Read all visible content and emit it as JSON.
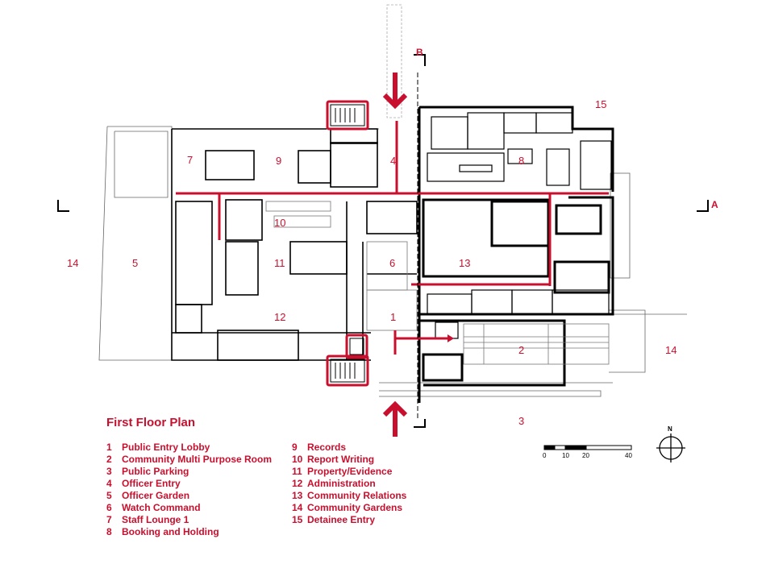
{
  "plan": {
    "title": "First Floor Plan",
    "colors": {
      "accent": "#c8102e",
      "wall": "#000000",
      "thin": "#555555"
    },
    "room_labels": [
      "7",
      "9",
      "4",
      "15",
      "8",
      "10",
      "11",
      "6",
      "13",
      "14",
      "5",
      "12",
      "1",
      "2",
      "14",
      "3"
    ],
    "section_marks": {
      "a": "A",
      "b": "B"
    },
    "legend_left": [
      {
        "num": "1",
        "name": "Public Entry Lobby"
      },
      {
        "num": "2",
        "name": "Community Multi Purpose Room"
      },
      {
        "num": "3",
        "name": "Public Parking"
      },
      {
        "num": "4",
        "name": "Officer Entry"
      },
      {
        "num": "5",
        "name": "Officer Garden"
      },
      {
        "num": "6",
        "name": "Watch Command"
      },
      {
        "num": "7",
        "name": "Staff Lounge 1"
      },
      {
        "num": "8",
        "name": "Booking and Holding"
      }
    ],
    "legend_right": [
      {
        "num": "9",
        "name": "Records"
      },
      {
        "num": "10",
        "name": "Report Writing"
      },
      {
        "num": "11",
        "name": "Property/Evidence"
      },
      {
        "num": "12",
        "name": "Administration"
      },
      {
        "num": "13",
        "name": "Community Relations"
      },
      {
        "num": "14",
        "name": "Community Gardens"
      },
      {
        "num": "15",
        "name": "Detainee Entry"
      }
    ],
    "scale": [
      "0",
      "10",
      "20",
      "40"
    ],
    "north": "N"
  }
}
